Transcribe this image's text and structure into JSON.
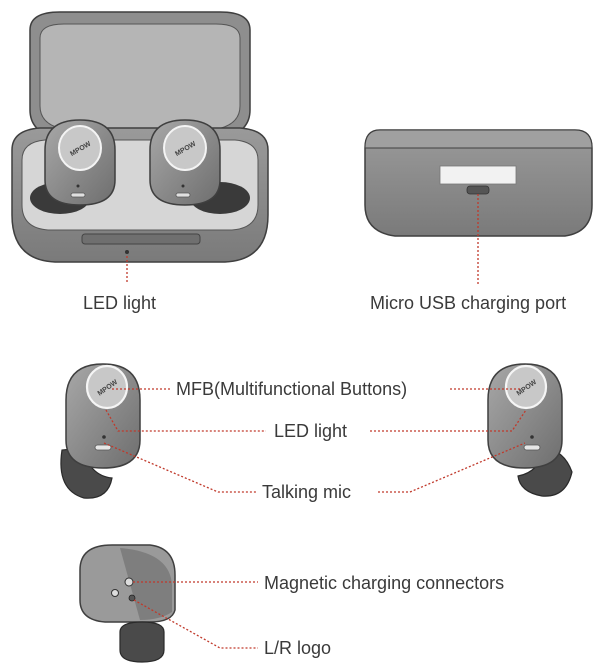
{
  "labels": {
    "case_led": "LED light",
    "usb_port": "Micro USB charging port",
    "mfb": "MFB(Multifunctional Buttons)",
    "earbud_led": "LED light",
    "talking_mic": "Talking mic",
    "magnetic": "Magnetic charging connectors",
    "lr_logo": "L/R logo"
  },
  "brand_logo": "MPOW",
  "colors": {
    "body": "#8c8c8c",
    "body_light": "#a9a9a9",
    "case_inner": "#d9d9d9",
    "outline": "#444444",
    "eartip": "#4a4a4a",
    "leader": "#c0392b"
  }
}
